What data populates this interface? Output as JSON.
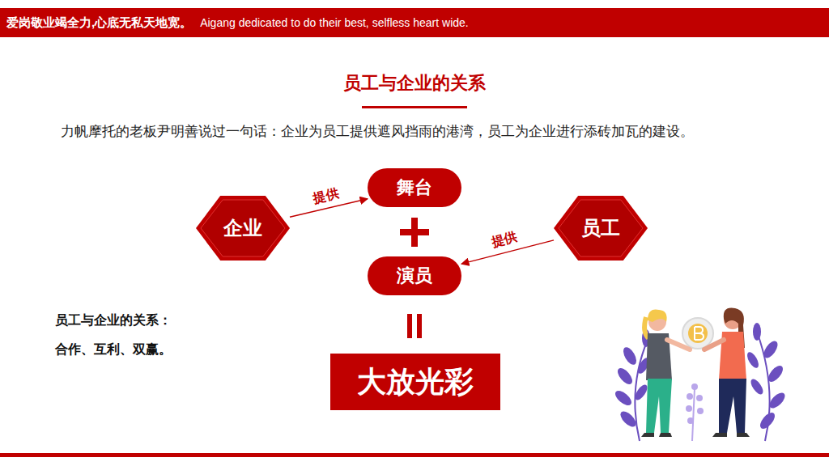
{
  "diagram": {
    "title": "员工与企业的关系",
    "nodes": [
      {
        "text": [
          "爱岗敬业竭全力,心底无私天地宽。",
          "Aigang dedicated to do their best, selfless heart wide."
        ]
      },
      {
        "text": [
          "企业"
        ]
      },
      {
        "text": [
          "舞台"
        ]
      },
      {
        "text": [
          "员工"
        ]
      },
      {
        "text": [
          "演员"
        ]
      },
      {
        "text": [
          "大放光彩"
        ]
      }
    ],
    "edges": [
      {
        "from": 1,
        "to": 2,
        "arrow": "to",
        "label": "提供"
      },
      {
        "from": 3,
        "to": 4,
        "arrow": "to",
        "label": "提供"
      }
    ],
    "labels": [
      "力帆摩托的老板尹明善说过一句话：企业为员工提供遮风挡雨的港湾，员工为企业进行添砖加瓦的建设。",
      "员工与企业的关系：",
      "合作、互利、双赢。"
    ]
  }
}
